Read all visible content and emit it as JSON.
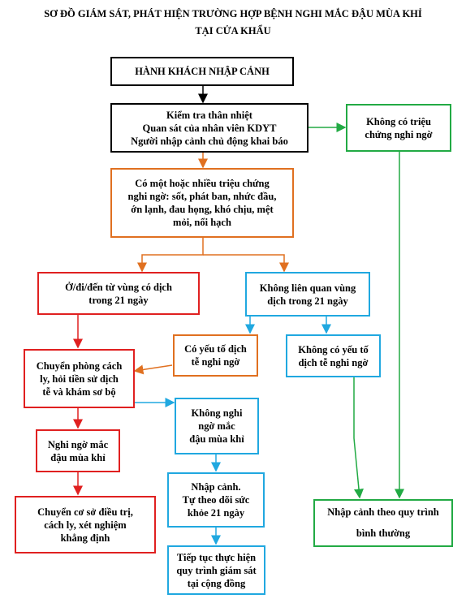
{
  "title_line1": "SƠ ĐỒ GIÁM SÁT, PHÁT HIỆN TRƯỜNG HỢP BỆNH NGHI MẮC ĐẬU MÙA KHỈ",
  "title_line2": "TẠI CỬA KHẨU",
  "colors": {
    "black": "#000000",
    "orange": "#e07020",
    "red": "#e02020",
    "blue": "#20a8e0",
    "green": "#22aa44"
  },
  "nodes": {
    "passengers": "HÀNH KHÁCH NHẬP CẢNH",
    "screening": "Kiểm tra thân nhiệt\nQuan sát của nhân viên KDYT\nNgười nhập cảnh chủ động khai báo",
    "no_symptoms": "Không có triệu\nchứng nghi ngờ",
    "symptoms": "Có một hoặc nhiều triệu chứng\nnghi ngờ: sốt, phát ban, nhức đầu,\nớn lạnh, đau họng, khó chịu, mệt\nmỏi, nổi hạch",
    "from_epidemic_area": "Ở/đi/đến từ vùng có dịch\ntrong 21 ngày",
    "not_epidemic_area": "Không liên quan vùng\ndịch trong 21 ngày",
    "has_epi_factor": "Có yếu tố dịch\ntễ nghi ngờ",
    "no_epi_factor": "Không có yếu tố\ndịch tễ nghi ngờ",
    "isolation_room": "Chuyển phòng cách\nly, hỏi tiền sử dịch\ntễ và khám sơ bộ",
    "not_suspected": "Không nghi\nngờ mắc\nđậu mùa khỉ",
    "suspected": "Nghi ngờ mắc\nđậu mùa khỉ",
    "entry_monitor": "Nhập cảnh.\nTự theo dõi sức\nkhỏe 21 ngày",
    "treatment": "Chuyển cơ sở điều trị,\ncách ly, xét nghiệm\nkhẳng định",
    "community": "Tiếp tục thực hiện\nquy trình giám sát\ntại cộng đồng",
    "normal_entry": "Nhập cảnh theo quy trình\n\nbình thường"
  }
}
